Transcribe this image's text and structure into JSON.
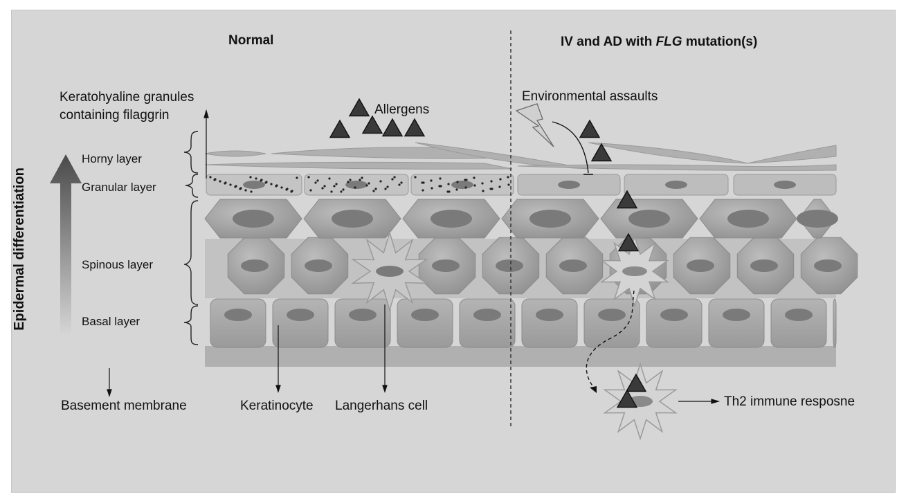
{
  "headings": {
    "normal": "Normal",
    "mutation_prefix": "IV and AD with ",
    "mutation_gene": "FLG",
    "mutation_suffix": " mutation(s)"
  },
  "axis_label": "Epidermal differentiation",
  "layers": {
    "horny": "Horny layer",
    "granular": "Granular layer",
    "spinous": "Spinous layer",
    "basal": "Basal layer"
  },
  "labels": {
    "keratohyaline_line1": "Keratohyaline granules",
    "keratohyaline_line2": "containing filaggrin",
    "allergens": "Allergens",
    "environmental_assaults": "Environmental assaults",
    "basement_membrane": "Basement membrane",
    "keratinocyte": "Keratinocyte",
    "langerhans_cell": "Langerhans cell",
    "th2_response": "Th2 immune resposne"
  },
  "colors": {
    "panel_bg": "#d6d6d6",
    "cell_fill": "#a9a9a9",
    "cell_dark": "#8a8a8a",
    "nucleus": "#7a7a7a",
    "allergen_fill": "#3a3a3a",
    "allergen_border": "#111111",
    "arrow_dark": "#555555"
  },
  "icons": {
    "allergen": "triangle-icon",
    "environment": "lightning-icon",
    "langerhans": "star-cell-icon"
  }
}
